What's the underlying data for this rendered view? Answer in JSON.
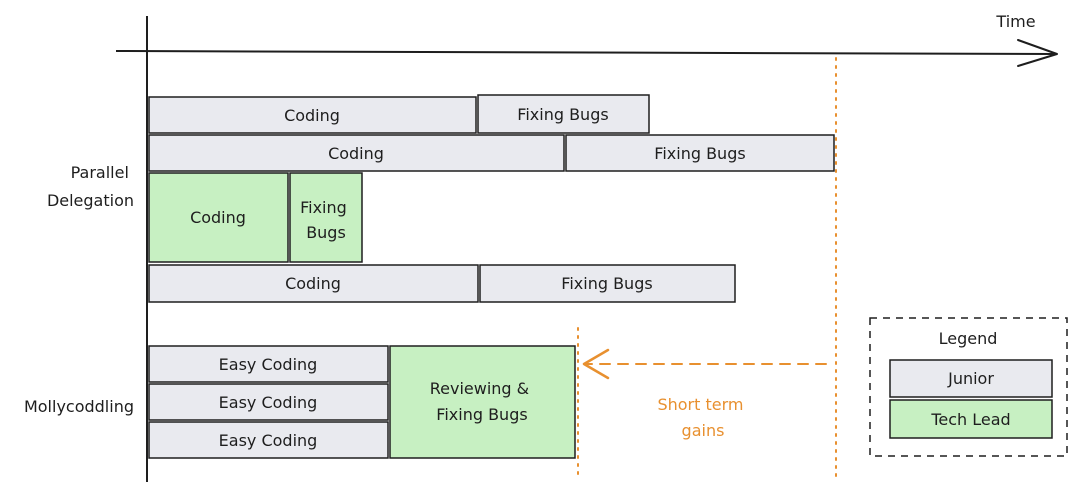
{
  "axis": {
    "time_label": "Time"
  },
  "sections": [
    {
      "label_lines": [
        "Parallel",
        "Delegation"
      ]
    },
    {
      "label_lines": [
        "Mollycoddling"
      ]
    }
  ],
  "parallel": {
    "row1": {
      "coding": "Coding",
      "fixing": "Fixing Bugs"
    },
    "row2": {
      "coding": "Coding",
      "fixing": "Fixing Bugs"
    },
    "row3": {
      "coding": "Coding",
      "fixing_lines": [
        "Fixing",
        "Bugs"
      ]
    },
    "row4": {
      "coding": "Coding",
      "fixing": "Fixing Bugs"
    }
  },
  "mollycoddling": {
    "easy_coding": [
      "Easy Coding",
      "Easy Coding",
      "Easy Coding"
    ],
    "review_lines": [
      "Reviewing &",
      "Fixing Bugs"
    ]
  },
  "annotation": {
    "lines": [
      "Short term",
      "gains"
    ]
  },
  "legend": {
    "title": "Legend",
    "items": [
      {
        "label": "Junior",
        "color": "#e9eaef"
      },
      {
        "label": "Tech Lead",
        "color": "#c7f0c2"
      }
    ]
  },
  "colors": {
    "junior": "#e9eaef",
    "lead": "#c7f0c2",
    "stroke": "#1e1e1e",
    "accent": "#e8902f"
  }
}
